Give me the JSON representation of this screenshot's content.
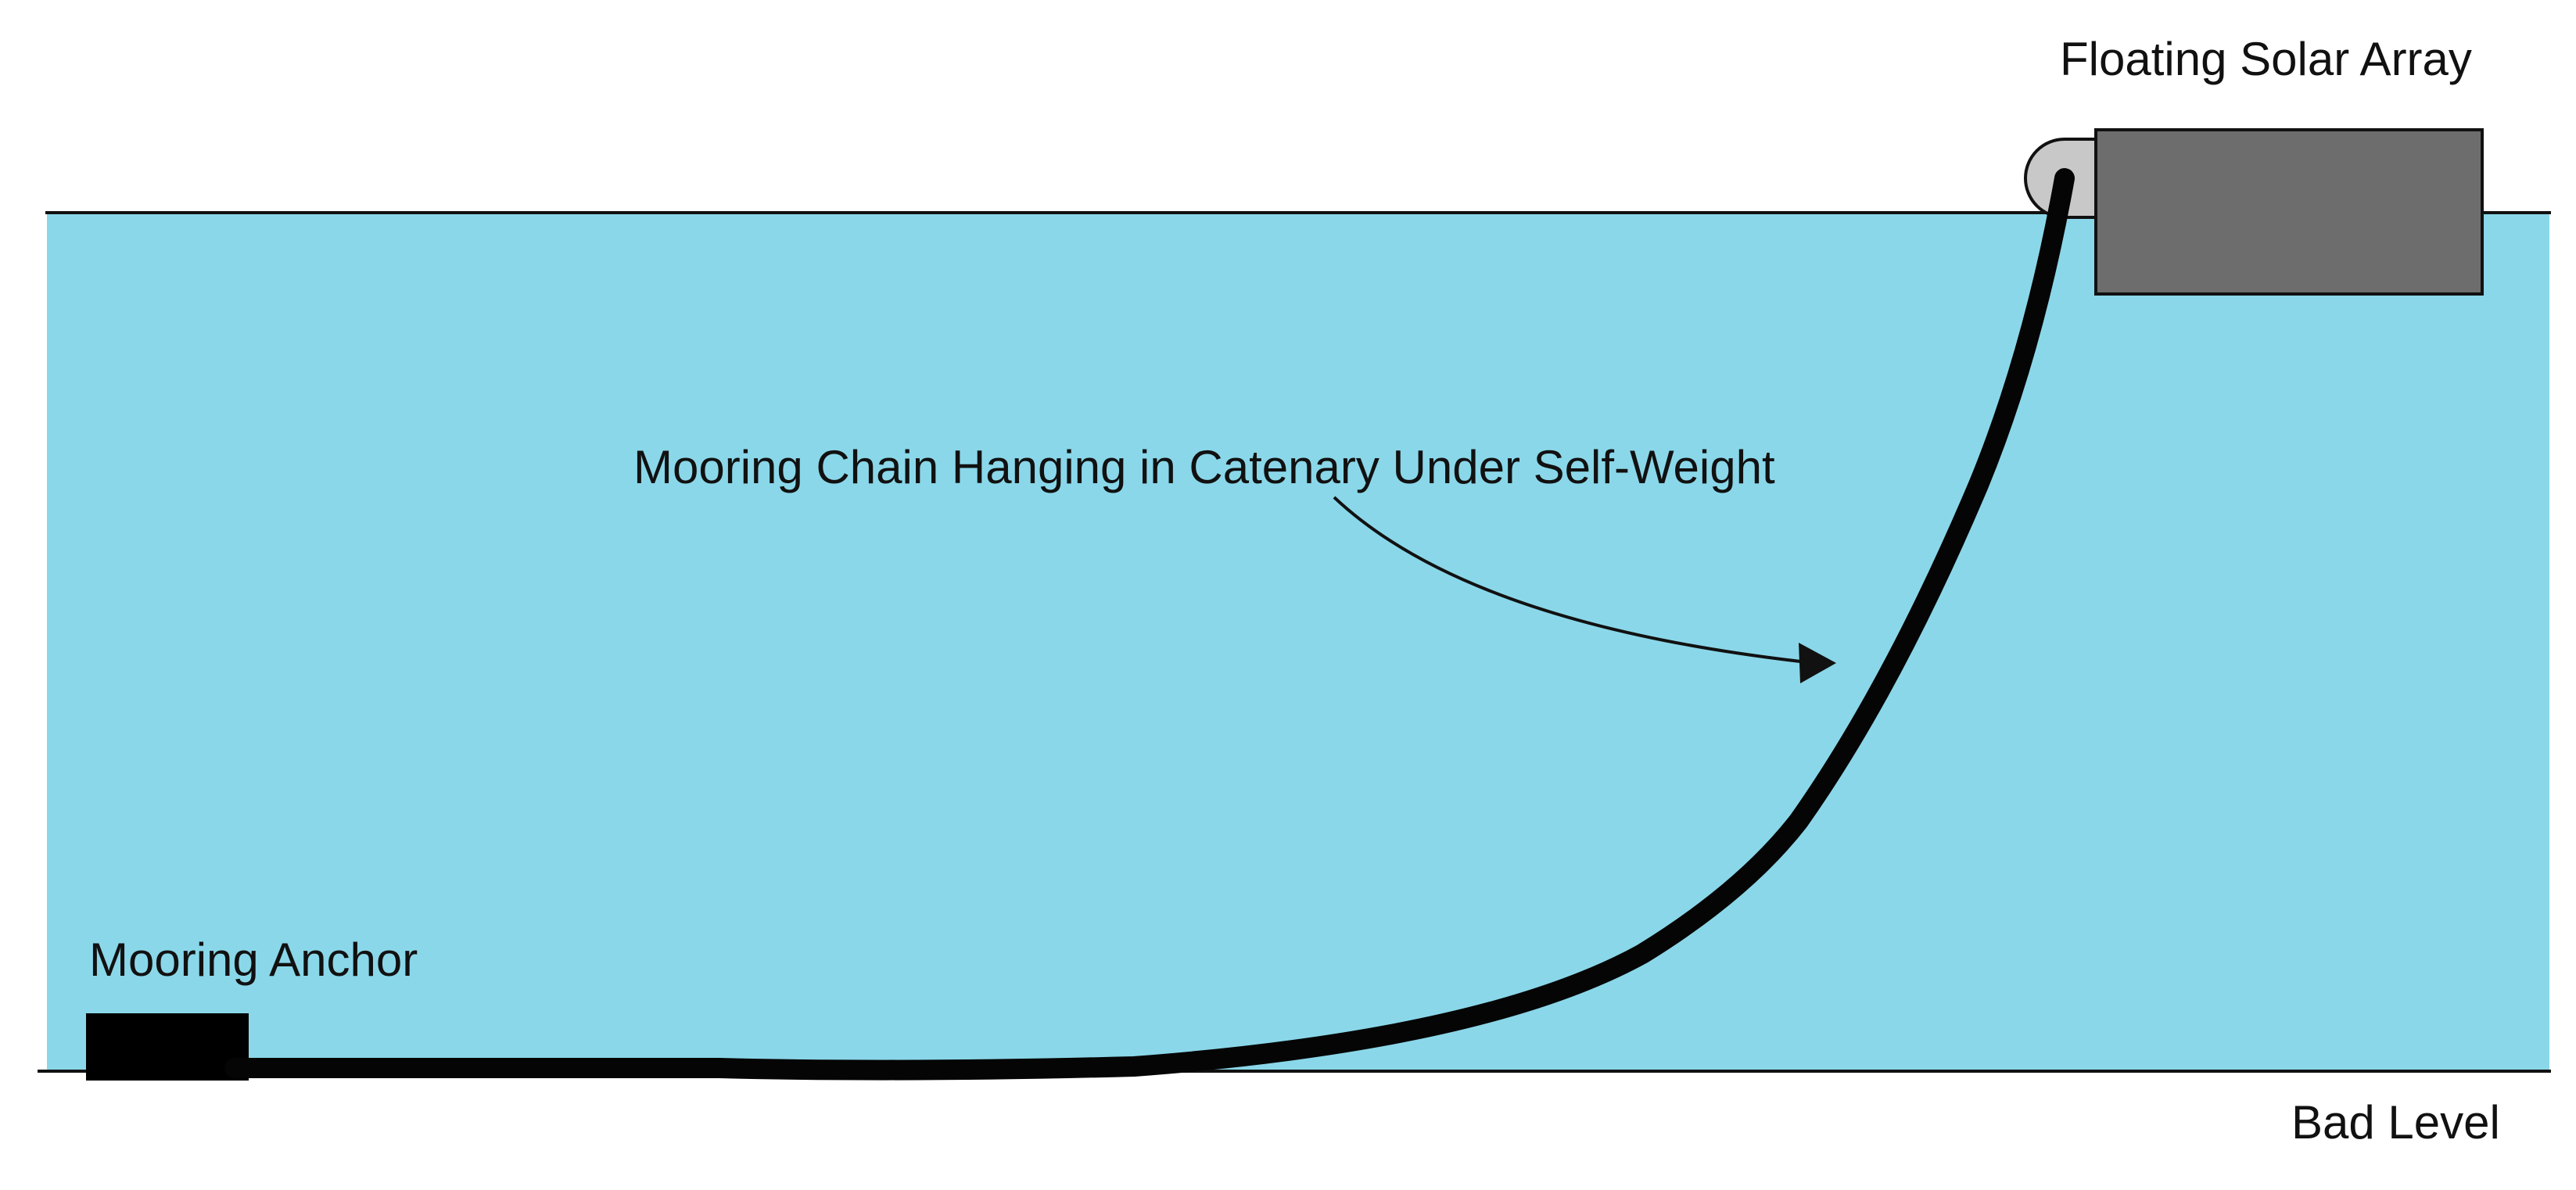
{
  "labels": {
    "array": "Floating Solar Array",
    "chain": "Mooring Chain Hanging in Catenary Under Self-Weight",
    "anchor": "Mooring Anchor",
    "bed": "Bad Level"
  },
  "colors": {
    "water": "#8ad7e9",
    "line": "#111111",
    "chain": "#050505",
    "array_body": "#6d6d6d",
    "fairlead": "#c8c8c8",
    "anchor": "#000000"
  }
}
